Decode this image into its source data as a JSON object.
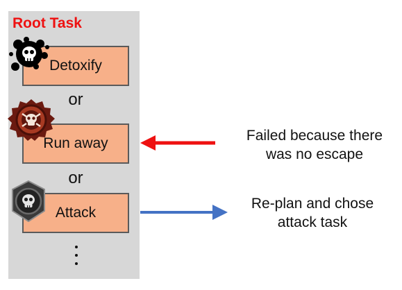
{
  "root_label": "Root Task",
  "tasks": [
    {
      "label": "Detoxify",
      "icon": "poison-skull-icon"
    },
    {
      "label": "Run away",
      "icon": "skull-medallion-icon"
    },
    {
      "label": "Attack",
      "icon": "skull-shield-icon"
    }
  ],
  "separators": [
    "or",
    "or"
  ],
  "notes": {
    "failed": [
      "Failed because there",
      "was no escape"
    ],
    "replan": [
      "Re-plan and chose",
      "attack task"
    ]
  },
  "colors": {
    "root_label": "#ee1111",
    "task_fill": "#f7b089",
    "panel": "#d7d7d7",
    "fail_arrow": "#ee1111",
    "replan_arrow": "#4472c4"
  }
}
